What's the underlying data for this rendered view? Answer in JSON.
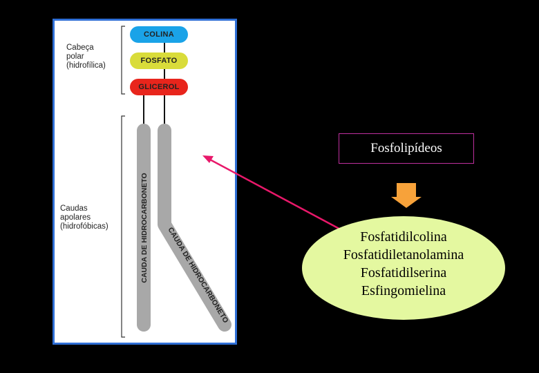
{
  "diagram": {
    "head_label": "Cabeça\npolar\n(hidrofílica)",
    "tail_label": "Caudas\napolares\n(hidrofóbicas)",
    "head_groups": [
      {
        "label": "COLINA",
        "color": "#1aa3e8"
      },
      {
        "label": "FOSFATO",
        "color": "#d9dc3a"
      },
      {
        "label": "GLICEROL",
        "color": "#e8251c"
      }
    ],
    "tail_labels": [
      "CAUDA DE HIDROCARBONETO",
      "CAUDA DE HIDROCARBONETO"
    ],
    "tail_color": "#a8a8a8",
    "panel_border_color": "#2f6fd6",
    "arrow_color": "#e8186a"
  },
  "callout": {
    "title": "Fosfolipídeos",
    "arrow_color": "#f7a23a",
    "examples": [
      "Fosfatidilcolina",
      "Fosfatidiletanolamina",
      "Fosfatidilserina",
      "Esfingomielina"
    ],
    "ellipse_color": "#e4f8a0"
  }
}
